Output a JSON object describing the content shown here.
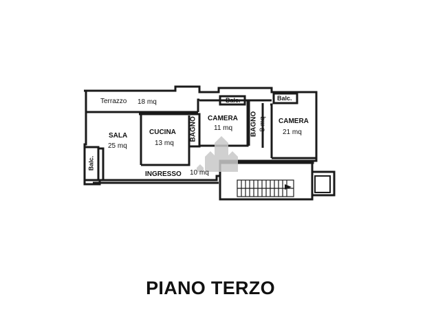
{
  "plan": {
    "title": "PIANO TERZO",
    "rooms": [
      {
        "name": "Terrazzo",
        "area": "18 mq"
      },
      {
        "name": "SALA",
        "area": "25 mq"
      },
      {
        "name": "CUCINA",
        "area": "13 mq"
      },
      {
        "name": "BAGNO",
        "area": ""
      },
      {
        "name": "CAMERA",
        "area": "11 mq"
      },
      {
        "name": "BAGNO",
        "area": "8 mq"
      },
      {
        "name": "CAMERA",
        "area": "21 mq"
      },
      {
        "name": "INGRESSO",
        "area": "10 mq"
      }
    ],
    "balconies": [
      {
        "label": "Balc."
      },
      {
        "label": "Balc."
      },
      {
        "label": "Balc."
      }
    ],
    "colors": {
      "line": "#1a1a1a",
      "background": "#ffffff",
      "watermark": "#c8c8c8"
    }
  }
}
